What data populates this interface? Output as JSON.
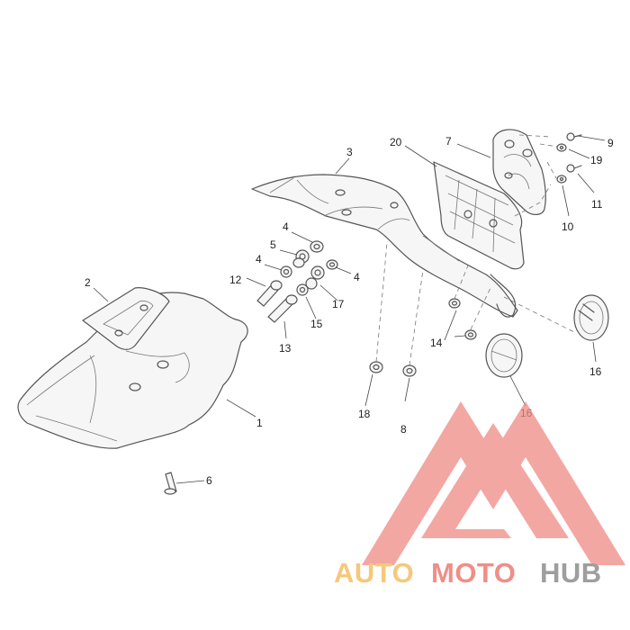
{
  "callouts": [
    "1",
    "2",
    "3",
    "4",
    "4",
    "4",
    "5",
    "6",
    "7",
    "8",
    "9",
    "10",
    "11",
    "12",
    "13",
    "14",
    "14",
    "15",
    "16",
    "16",
    "17",
    "18",
    "19",
    "20"
  ],
  "watermark": {
    "auto": "AUTO",
    "moto": "MOTO",
    "hub": "HUB",
    "colors": {
      "auto": "#f5c87a",
      "moto": "#f08e88",
      "hub": "#9e9e9e",
      "logo": "#ef8a84"
    }
  }
}
